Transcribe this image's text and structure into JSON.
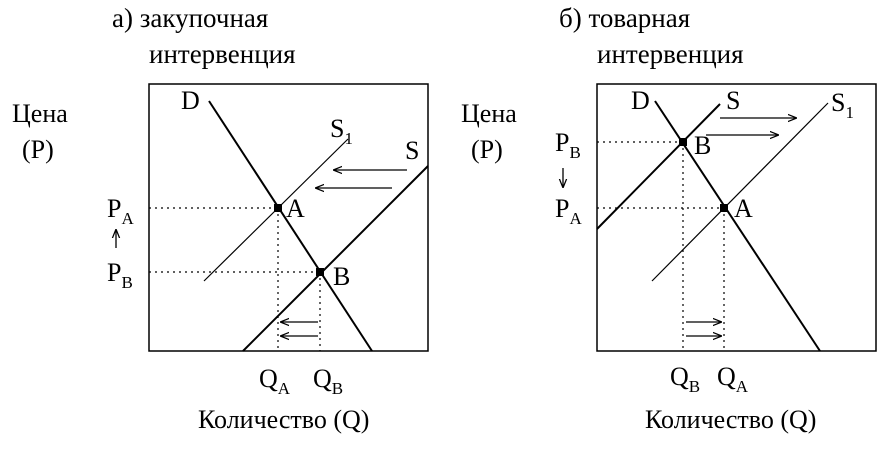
{
  "left_panel": {
    "title_line1": "а) закупочная",
    "title_line2": "интервенция",
    "y_label_line1": "Цена",
    "y_label_line2": "(P)",
    "x_label": "Количество (Q)",
    "curve_d": "D",
    "curve_s": "S",
    "curve_s1_main": "S",
    "curve_s1_sub": "1",
    "point_a": "A",
    "point_b": "B",
    "price_a_main": "P",
    "price_a_sub": "A",
    "price_b_main": "P",
    "price_b_sub": "B",
    "qty_a_main": "Q",
    "qty_a_sub": "A",
    "qty_b_main": "Q",
    "qty_b_sub": "B"
  },
  "right_panel": {
    "title_line1": "б) товарная",
    "title_line2": "интервенция",
    "y_label_line1": "Цена",
    "y_label_line2": "(P)",
    "x_label": "Количество (Q)",
    "curve_d": "D",
    "curve_s": "S",
    "curve_s1_main": "S",
    "curve_s1_sub": "1",
    "point_a": "A",
    "point_b": "B",
    "price_b_main": "P",
    "price_b_sub": "B",
    "price_a_main": "P",
    "price_a_sub": "A",
    "qty_b_main": "Q",
    "qty_b_sub": "B",
    "qty_a_main": "Q",
    "qty_a_sub": "A"
  }
}
